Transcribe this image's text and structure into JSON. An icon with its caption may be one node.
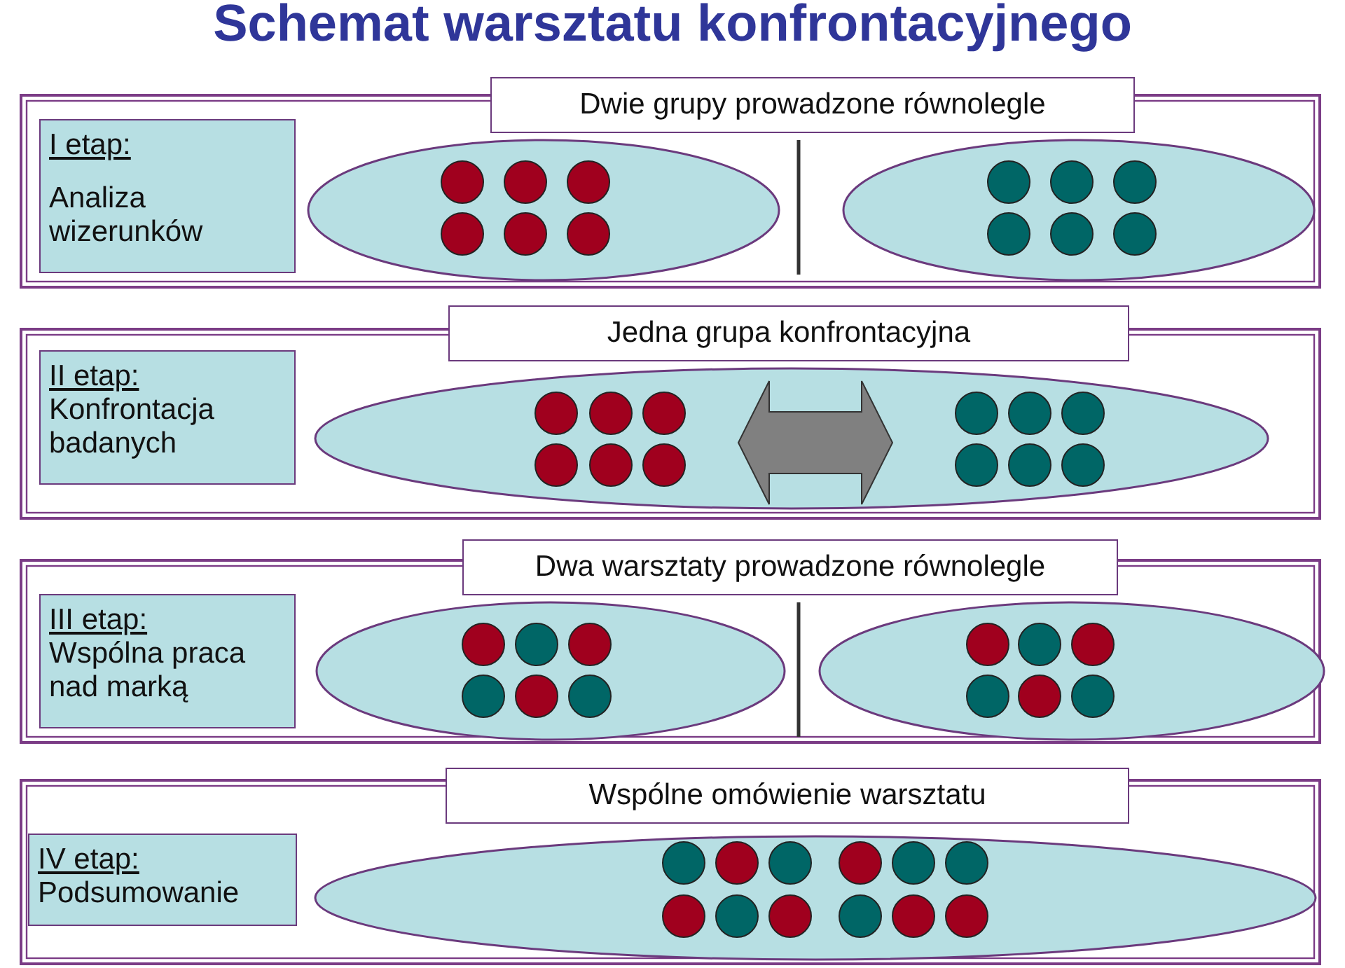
{
  "diagram": {
    "title": "Schemat warsztatu konfrontacyjnego",
    "nodes": [
      {
        "text": [
          "I etap:",
          "Analiza wizerunków"
        ]
      },
      {
        "text": [
          "Dwie grupy prowadzone równolegle"
        ]
      },
      {
        "text": [
          "II etap:",
          "Konfrontacja badanych"
        ]
      },
      {
        "text": [
          "Jedna grupa konfrontacyjna"
        ]
      },
      {
        "text": [
          "III etap:",
          "Wspólna praca nad marką"
        ]
      },
      {
        "text": [
          "Dwa warsztaty prowadzone równolegle"
        ]
      },
      {
        "text": [
          "IV etap:",
          "Podsumowanie"
        ]
      },
      {
        "text": [
          "Wspólne omówienie warsztatu"
        ]
      }
    ]
  }
}
